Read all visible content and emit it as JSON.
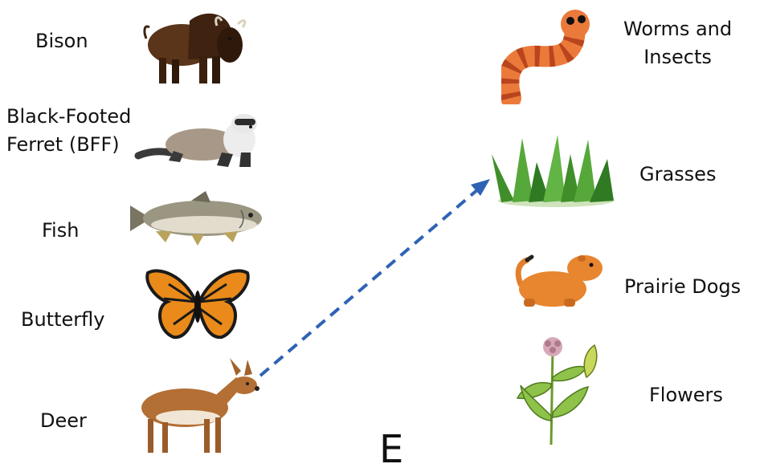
{
  "left_column": [
    {
      "label": "Bison"
    },
    {
      "label_lines": [
        "Black-Footed",
        "Ferret (BFF)"
      ]
    },
    {
      "label": "Fish"
    },
    {
      "label": "Butterfly"
    },
    {
      "label": "Deer"
    }
  ],
  "right_column": [
    {
      "label_lines": [
        "Worms and",
        "Insects"
      ]
    },
    {
      "label": "Grasses"
    },
    {
      "label": "Prairie Dogs"
    },
    {
      "label": "Flowers"
    }
  ],
  "connection": {
    "from": "Deer",
    "to": "Grasses",
    "style": "dashed-arrow",
    "color": "#2e62b5"
  },
  "bottom_partial_text": "E"
}
